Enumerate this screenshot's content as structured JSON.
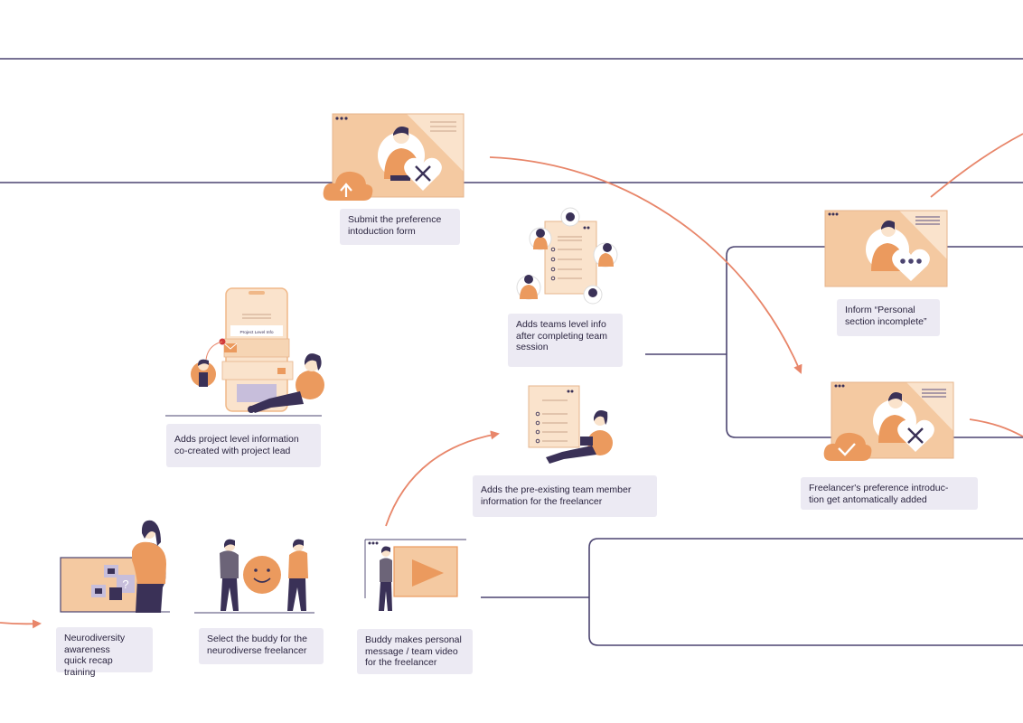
{
  "colors": {
    "line": "#4b4470",
    "arrow": "#e8866a",
    "label_bg": "#eceaf3",
    "peach": "#f4c9a1",
    "peach_light": "#fae3cc",
    "orange": "#eb9a5e",
    "ink": "#3a3157",
    "lilac": "#c7bedb"
  },
  "steps": {
    "submit_form": "Submit the preference\nintoduction form",
    "adds_project_info": "Adds project level information\nco-created with project lead",
    "adds_team_info": "Adds teams level info\nafter completing team\nsession",
    "adds_preexisting": "Adds the pre-existing team member\ninformation for the freelancer",
    "inform_incomplete": "Inform “Personal\nsection incomplete”",
    "auto_added": "Freelancer's preference introduc-\ntion get antomatically added",
    "neurodiversity": "Neurodiversity\nawareness\nquick recap training",
    "select_buddy": "Select the buddy for the\nneurodiverse freelancer",
    "buddy_message": "Buddy makes personal\nmessage / team video\nfor the freelancer"
  },
  "illustrations": {
    "phone_caption": "Project Level Info"
  }
}
